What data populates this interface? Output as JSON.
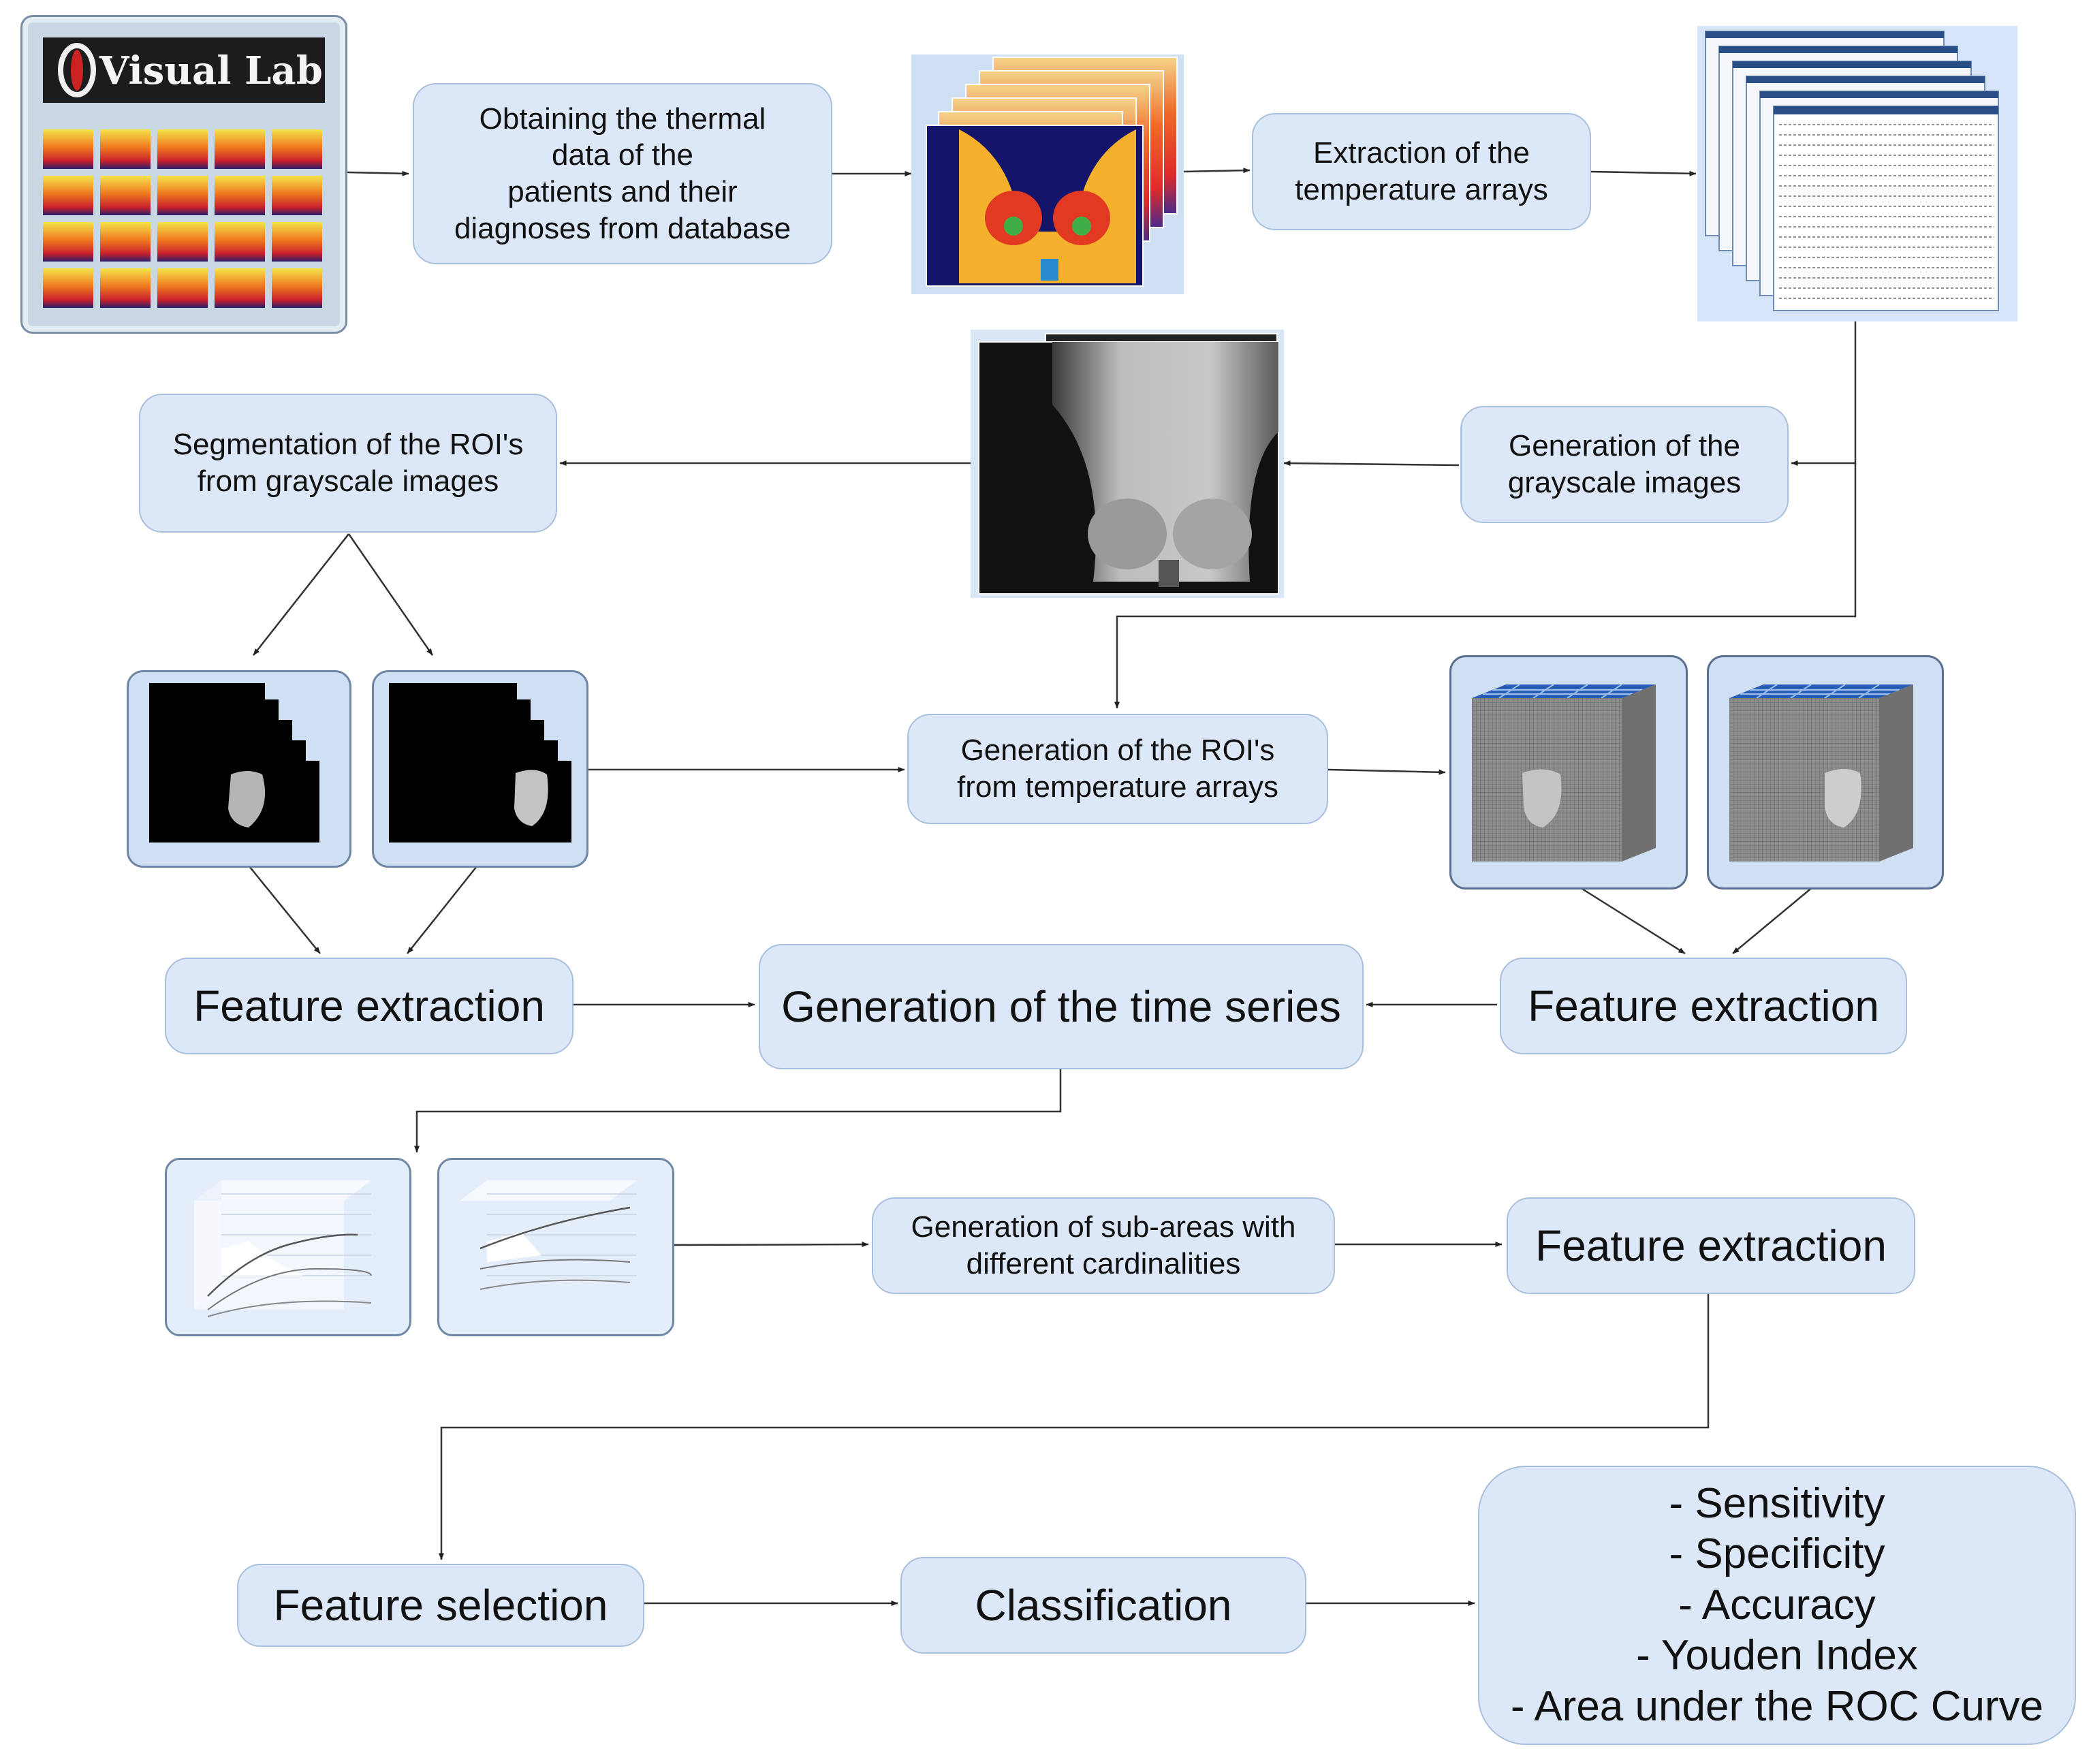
{
  "logo": {
    "text": "Visual Lab"
  },
  "steps": {
    "obtain_data": "Obtaining the thermal\ndata of the\npatients and their\ndiagnoses from database",
    "extract_arrays": "Extraction of the\ntemperature arrays",
    "gen_grayscale": "Generation of the\ngrayscale images",
    "segment_roi": "Segmentation of the ROI's\nfrom grayscale images",
    "gen_roi_temp": "Generation of the ROI's\nfrom temperature arrays",
    "feature_left": "Feature extraction",
    "time_series": "Generation of the time series",
    "feature_right": "Feature extraction",
    "sub_areas": "Generation of sub-areas with\ndifferent cardinalities",
    "feature_sub": "Feature extraction",
    "feature_selection": "Feature selection",
    "classification": "Classification"
  },
  "metrics": [
    "- Sensitivity",
    "- Specificity",
    "- Accuracy",
    "- Youden Index",
    "- Area under the ROC Curve"
  ],
  "colors": {
    "box_fill": "#dce8f8",
    "box_border": "#a9c0dc",
    "arrow": "#222222"
  }
}
